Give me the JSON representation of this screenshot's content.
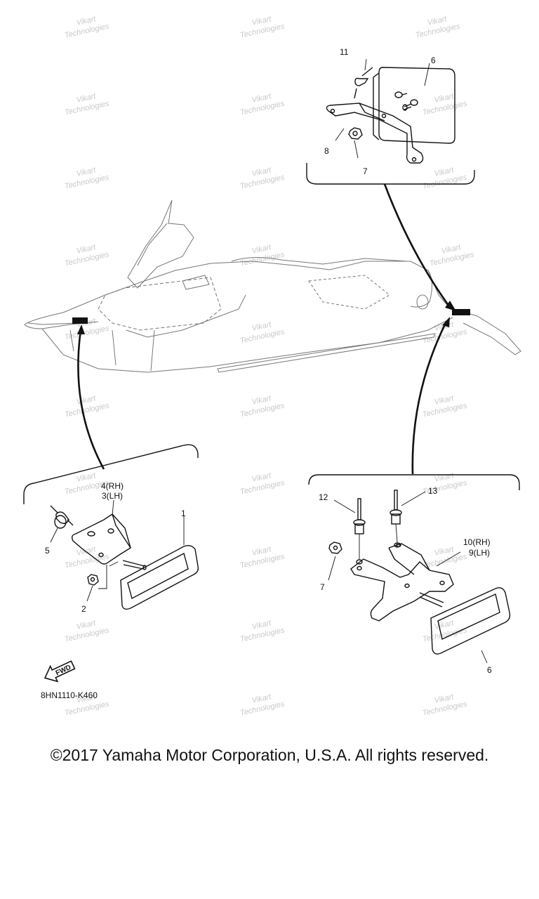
{
  "labels": {
    "p11": "11",
    "p6_top": "6",
    "p8": "8",
    "p7_top": "7",
    "p4": "4(RH)",
    "p3": "3(LH)",
    "p1": "1",
    "p5": "5",
    "p2": "2",
    "p12": "12",
    "p13": "13",
    "p10": "10(RH)",
    "p9": "9(LH)",
    "p7_right": "7",
    "p6_right": "6"
  },
  "fwd_label": "FWD",
  "diagram_code": "8HN1110-K460",
  "watermark": {
    "line1": "Vikart",
    "line2": "Technologies"
  },
  "copyright": "©2017 Yamaha Motor Corporation, U.S.A. All rights reserved."
}
